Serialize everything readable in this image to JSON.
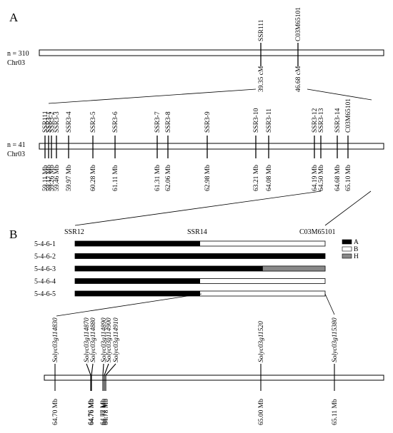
{
  "panel_a": {
    "label": "A",
    "top_chrom": {
      "population": "n = 310",
      "chromosome": "Chr03",
      "markers": [
        {
          "name": "SSR111",
          "cm": "39.35 cM"
        },
        {
          "name": "C03M65101",
          "cm": "46.68 cM"
        }
      ]
    },
    "fine_chrom": {
      "population": "n = 41",
      "chromosome": "Chr03",
      "markers": [
        {
          "name": "SSR111",
          "mb": "59.11 Mb"
        },
        {
          "name": "SSR3-1",
          "mb": "59.17 Mb"
        },
        {
          "name": "SSR3-2",
          "mb": "59.26 Mb"
        },
        {
          "name": "SSR3-3",
          "mb": "59.46 Mb"
        },
        {
          "name": "SSR3-4",
          "mb": "59.97 Mb"
        },
        {
          "name": "SSR3-5",
          "mb": "60.28 Mb"
        },
        {
          "name": "SSR3-6",
          "mb": "61.11 Mb"
        },
        {
          "name": "SSR3-7",
          "mb": "61.31 Mb"
        },
        {
          "name": "SSR3-8",
          "mb": "62.06 Mb"
        },
        {
          "name": "SSR3-9",
          "mb": "62.98 Mb"
        },
        {
          "name": "SSR3-10",
          "mb": "63.21 Mb"
        },
        {
          "name": "SSR3-11",
          "mb": "64.08 Mb"
        },
        {
          "name": "SSR3-12",
          "mb": "64.19 Mb"
        },
        {
          "name": "SSR3-13",
          "mb": "64.50 Mb"
        },
        {
          "name": "SSR3-14",
          "mb": "64.68 Mb"
        },
        {
          "name": "C03M65101",
          "mb": "65.10 Mb"
        }
      ]
    }
  },
  "panel_b": {
    "label": "B",
    "header_markers": [
      "SSR12",
      "SSR14",
      "C03M65101"
    ],
    "lines": [
      {
        "name": "5-4-6-1",
        "black": 0.5,
        "gray": 0
      },
      {
        "name": "5-4-6-2",
        "black": 1.0,
        "gray": 0
      },
      {
        "name": "5-4-6-3",
        "black": 0.75,
        "gray": 0.25
      },
      {
        "name": "5-4-6-4",
        "black": 0.5,
        "gray": 0
      },
      {
        "name": "5-4-6-5",
        "black": 0.5,
        "gray": 0
      }
    ],
    "legend": [
      {
        "key": "A",
        "color": "#000000"
      },
      {
        "key": "B",
        "color": "#ffffff"
      },
      {
        "key": "H",
        "color": "#888888"
      }
    ],
    "genes": [
      {
        "name": "Solyc03g114830",
        "mb": "64.70 Mb"
      },
      {
        "name": "Solyc03g114870",
        "mb": "64.76 Mb"
      },
      {
        "name": "Solyc03g114880",
        "mb": "64.76 Mb"
      },
      {
        "name": "Solyc03g114890",
        "mb": "64.77 Mb"
      },
      {
        "name": "Solyc03g114900",
        "mb": "64.77 Mb"
      },
      {
        "name": "Solyc03g114910",
        "mb": "64.78 Mb"
      },
      {
        "name": "Solyc03g11520",
        "mb": "65.00 Mb"
      },
      {
        "name": "Solyc03g115380",
        "mb": "65.11 Mb"
      }
    ]
  }
}
